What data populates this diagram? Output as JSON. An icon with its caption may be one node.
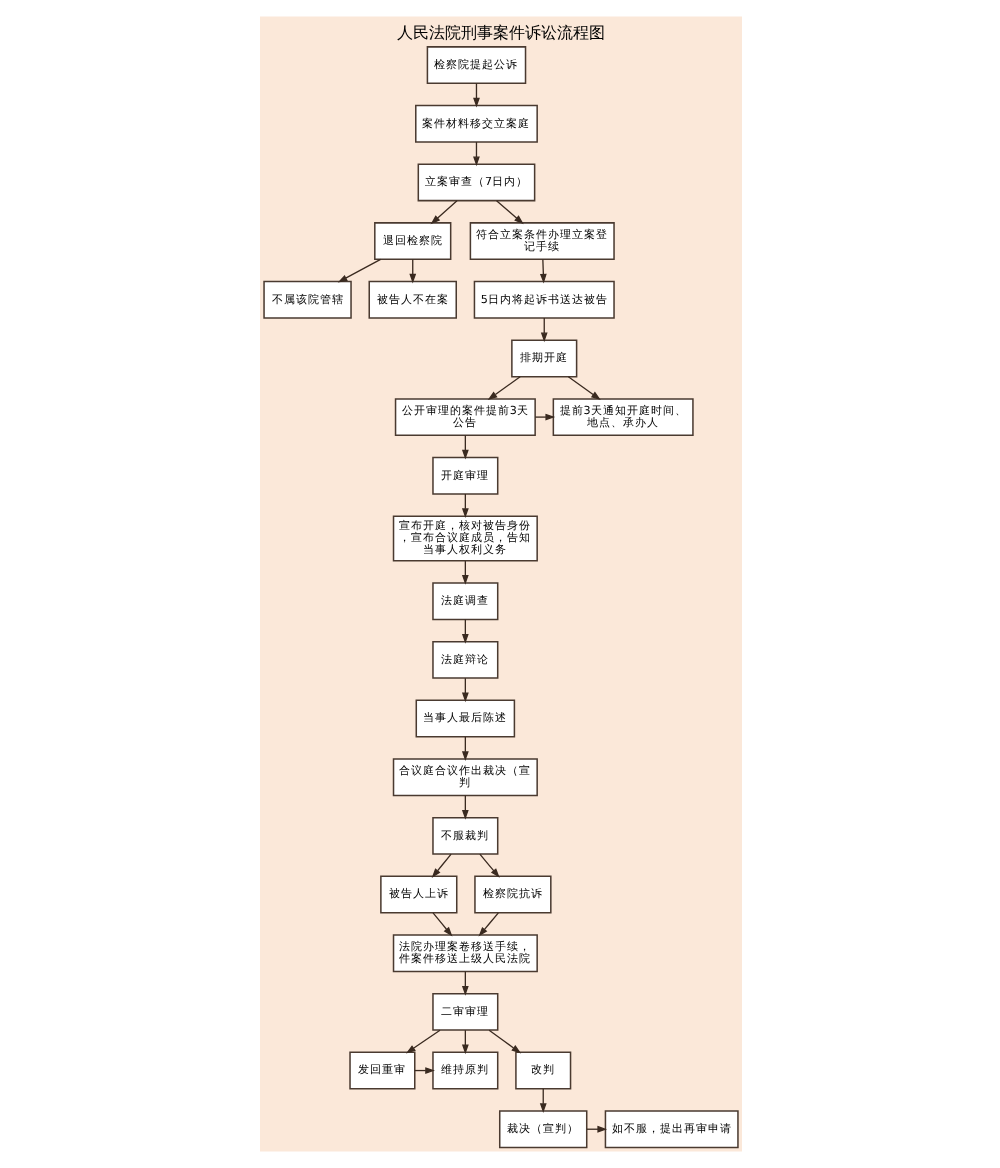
{
  "diagram": {
    "title": "人民法院刑事案件诉讼流程图",
    "nodes": [
      {
        "text": [
          "检察院提起公诉"
        ]
      },
      {
        "text": [
          "案件材料移交立案庭"
        ]
      },
      {
        "text": [
          "立案审查（7日内）"
        ]
      },
      {
        "text": [
          "退回检察院"
        ]
      },
      {
        "text": [
          "符合立案条件办理立案登记手续"
        ]
      },
      {
        "text": [
          "不属该院管辖"
        ]
      },
      {
        "text": [
          "被告人不在案"
        ]
      },
      {
        "text": [
          "5日内将起诉书送达被告"
        ]
      },
      {
        "text": [
          "排期开庭"
        ]
      },
      {
        "text": [
          "公开审理的案件提前3天公告"
        ]
      },
      {
        "text": [
          "提前3天通知开庭时间、地点、承办人"
        ]
      },
      {
        "text": [
          "开庭审理"
        ]
      },
      {
        "text": [
          "宣布开庭，核对被告身份，宣布合议庭成员，告知当事人权利义务"
        ]
      },
      {
        "text": [
          "法庭调查"
        ]
      },
      {
        "text": [
          "法庭辩论"
        ]
      },
      {
        "text": [
          "当事人最后陈述"
        ]
      },
      {
        "text": [
          "合议庭合议作出裁决（宣判"
        ]
      },
      {
        "text": [
          "不服裁判"
        ]
      },
      {
        "text": [
          "被告人上诉"
        ]
      },
      {
        "text": [
          "检察院抗诉"
        ]
      },
      {
        "text": [
          "法院办理案卷移送手续，件案件移送上级人民法院"
        ]
      },
      {
        "text": [
          "二审审理"
        ]
      },
      {
        "text": [
          "发回重审"
        ]
      },
      {
        "text": [
          "改判"
        ]
      },
      {
        "text": [
          "维持原判"
        ]
      },
      {
        "text": [
          "裁决（宣判）"
        ]
      },
      {
        "text": [
          "如不服，提出再审申请"
        ]
      }
    ],
    "edges": [
      {
        "from": 0,
        "to": 1,
        "arrow": "to"
      },
      {
        "from": 1,
        "to": 2,
        "arrow": "to"
      },
      {
        "from": 2,
        "to": 3,
        "arrow": "to"
      },
      {
        "from": 2,
        "to": 4,
        "arrow": "to"
      },
      {
        "from": 3,
        "to": 5,
        "arrow": "to"
      },
      {
        "from": 3,
        "to": 6,
        "arrow": "to"
      },
      {
        "from": 4,
        "to": 7,
        "arrow": "to"
      },
      {
        "from": 7,
        "to": 8,
        "arrow": "to"
      },
      {
        "from": 8,
        "to": 9,
        "arrow": "to"
      },
      {
        "from": 8,
        "to": 10,
        "arrow": "to"
      },
      {
        "from": 9,
        "to": 11,
        "arrow": "to"
      },
      {
        "from": 9,
        "to": 10,
        "arrow": "to"
      },
      {
        "from": 11,
        "to": 12,
        "arrow": "to"
      },
      {
        "from": 12,
        "to": 13,
        "arrow": "to"
      },
      {
        "from": 13,
        "to": 14,
        "arrow": "to"
      },
      {
        "from": 14,
        "to": 15,
        "arrow": "to"
      },
      {
        "from": 15,
        "to": 16,
        "arrow": "to"
      },
      {
        "from": 16,
        "to": 17,
        "arrow": "to"
      },
      {
        "from": 17,
        "to": 18,
        "arrow": "to"
      },
      {
        "from": 17,
        "to": 19,
        "arrow": "to"
      },
      {
        "from": 18,
        "to": 20,
        "arrow": "to"
      },
      {
        "from": 19,
        "to": 20,
        "arrow": "to"
      },
      {
        "from": 20,
        "to": 21,
        "arrow": "to"
      },
      {
        "from": 21,
        "to": 22,
        "arrow": "to"
      },
      {
        "from": 21,
        "to": 23,
        "arrow": "to"
      },
      {
        "from": 21,
        "to": 24,
        "arrow": "to"
      },
      {
        "from": 22,
        "to": 24,
        "arrow": "to"
      },
      {
        "from": 23,
        "to": 25,
        "arrow": "to"
      },
      {
        "from": 25,
        "to": 26,
        "arrow": "to"
      }
    ]
  }
}
